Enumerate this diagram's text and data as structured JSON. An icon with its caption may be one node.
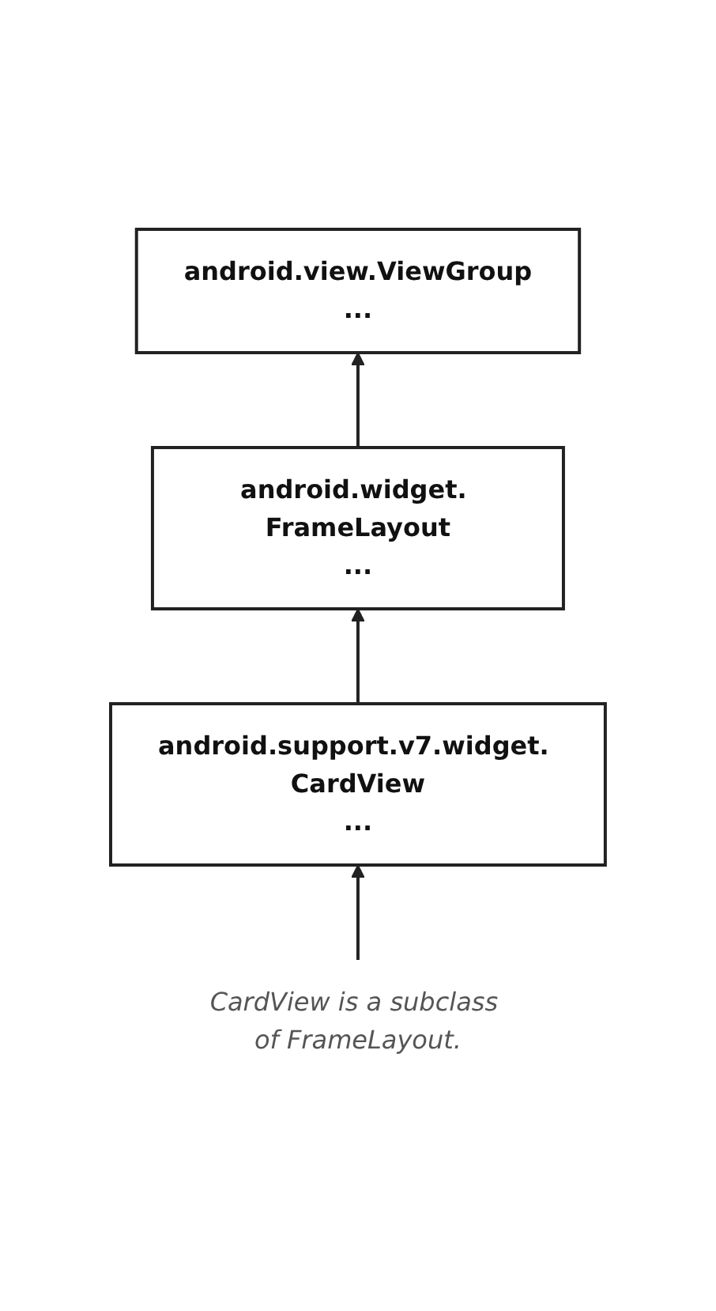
{
  "diagram": {
    "nodes": [
      {
        "text": [
          "android.view.ViewGroup",
          "..."
        ]
      },
      {
        "text": [
          "android.widget. FrameLayout",
          "..."
        ]
      },
      {
        "text": [
          "android.support.v7.widget. CardView",
          "..."
        ]
      },
      {
        "text": [
          "CardView is a subclass of FrameLayout."
        ]
      }
    ],
    "edges": [
      {
        "from": 1,
        "to": 0,
        "arrow": "to"
      },
      {
        "from": 2,
        "to": 1,
        "arrow": "to"
      },
      {
        "from": 3,
        "to": 2,
        "arrow": "to"
      }
    ]
  }
}
